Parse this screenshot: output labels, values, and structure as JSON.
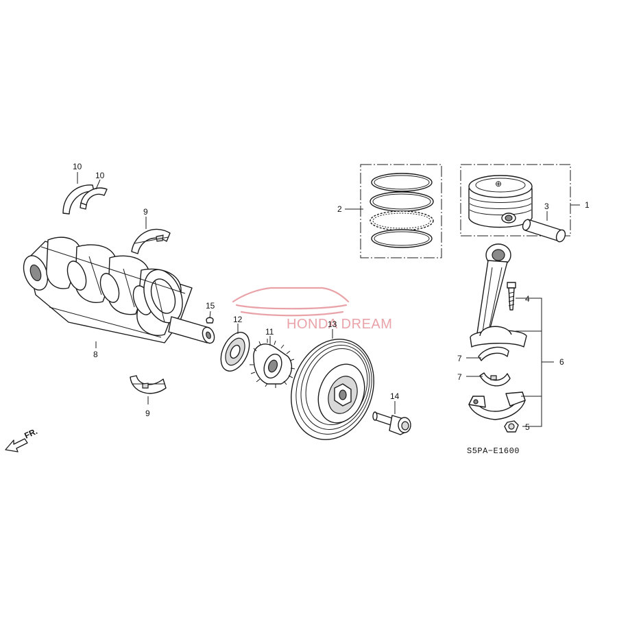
{
  "callouts": {
    "c1": "1",
    "c2": "2",
    "c3": "3",
    "c4": "4",
    "c5": "5",
    "c6": "6",
    "c7a": "7",
    "c7b": "7",
    "c8": "8",
    "c9a": "9",
    "c9b": "9",
    "c10a": "10",
    "c10b": "10",
    "c11": "11",
    "c12": "12",
    "c13": "13",
    "c14": "14",
    "c15": "15"
  },
  "diagram_code": "S5PA−E1600",
  "front_label": "FR.",
  "watermark": {
    "text": "HONDA DREAM",
    "color": "#e9a3a8"
  },
  "icons": [
    "front-direction-arrow-icon",
    "car-silhouette-logo-icon"
  ]
}
